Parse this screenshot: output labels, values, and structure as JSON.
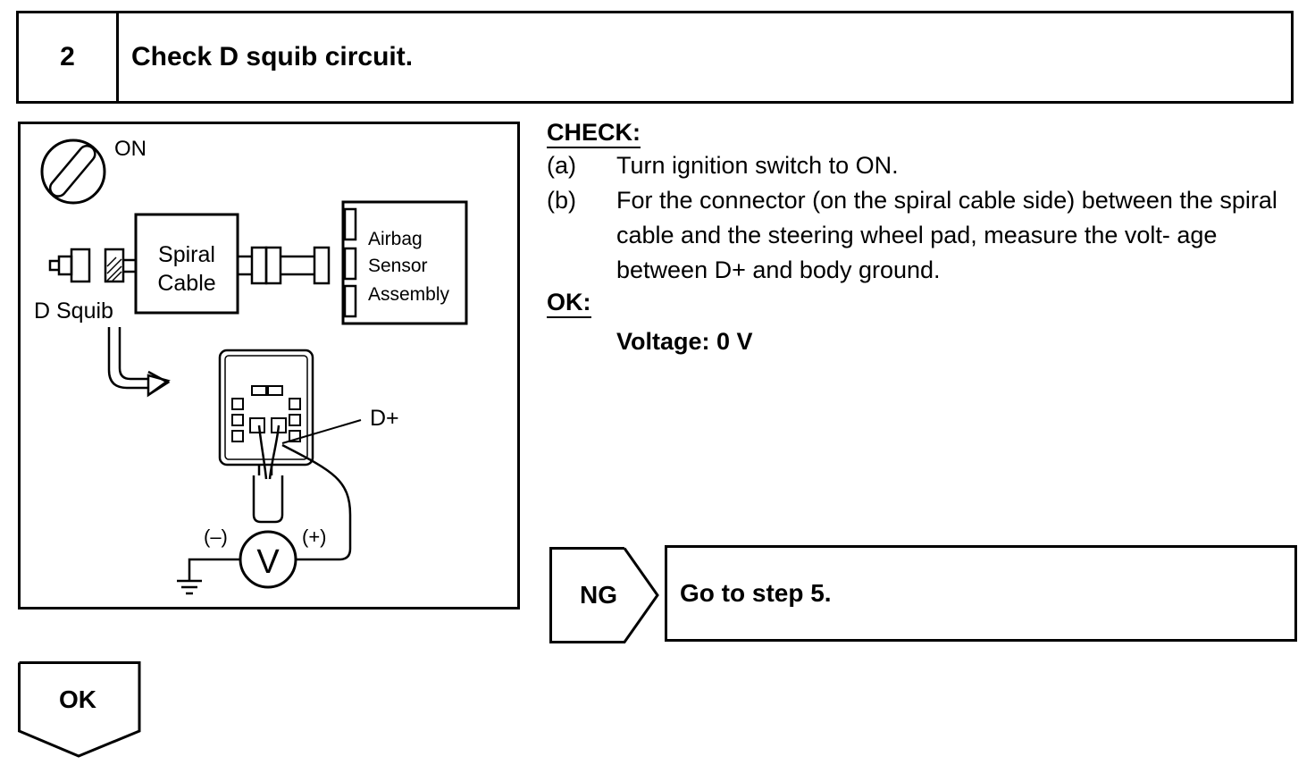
{
  "header": {
    "step_number": "2",
    "title": "Check D squib circuit."
  },
  "diagram": {
    "ignition_label": "ON",
    "spiral_cable_line1": "Spiral",
    "spiral_cable_line2": "Cable",
    "airbag_line1": "Airbag",
    "airbag_line2": "Sensor",
    "airbag_line3": "Assembly",
    "d_squib_label": "D Squib",
    "d_plus_label": "D+",
    "minus_label": "(–)",
    "plus_label": "(+)",
    "voltmeter_symbol": "V"
  },
  "check": {
    "label": "CHECK:",
    "steps": [
      {
        "key": "(a)",
        "text": "Turn ignition switch to ON."
      },
      {
        "key": "(b)",
        "text": "For the connector (on the spiral cable side) between the spiral cable and the steering wheel pad, measure the volt- age between D+ and body ground."
      }
    ]
  },
  "ok": {
    "label": "OK:",
    "value": "Voltage: 0 V"
  },
  "ng": {
    "label": "NG",
    "result": "Go to step 5."
  },
  "ok_flow": {
    "label": "OK"
  }
}
